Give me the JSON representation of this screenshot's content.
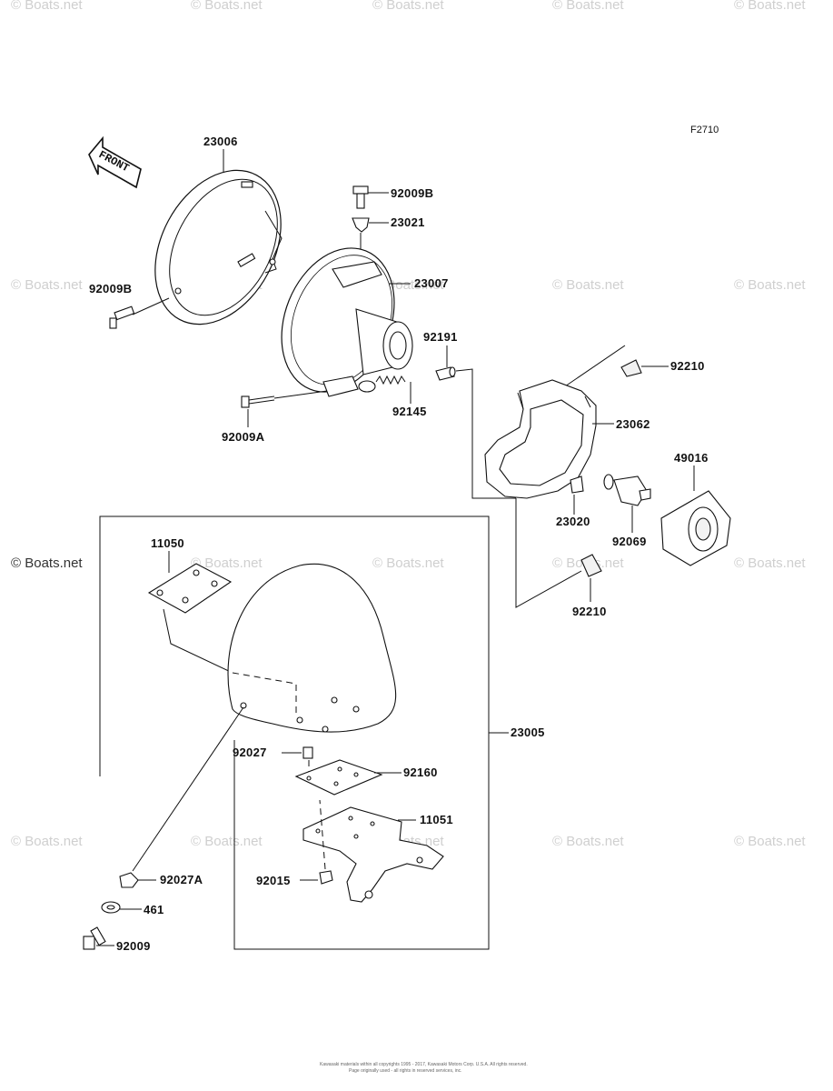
{
  "figure_code": "F2710",
  "front_label": "FRONT",
  "watermark": "© Boats.net",
  "copyright": [
    "Kawasaki materials within all copyrights 1995 - 2017, Kawasaki Motors Corp. U.S.A. All rights reserved.",
    "Page originally used - all rights in reserved services, inc."
  ],
  "labels": {
    "p23006": "23006",
    "p92009B_top": "92009B",
    "p23021": "23021",
    "p23007": "23007",
    "p92009B_left": "92009B",
    "p92191": "92191",
    "p92210_top": "92210",
    "p92145": "92145",
    "p23062": "23062",
    "p92009A": "92009A",
    "p49016": "49016",
    "p23020": "23020",
    "p92069": "92069",
    "p11050": "11050",
    "p92210_bot": "92210",
    "p23005": "23005",
    "p92027": "92027",
    "p92160": "92160",
    "p11051": "11051",
    "p92027A": "92027A",
    "p92015": "92015",
    "p461": "461",
    "p92009": "92009"
  }
}
